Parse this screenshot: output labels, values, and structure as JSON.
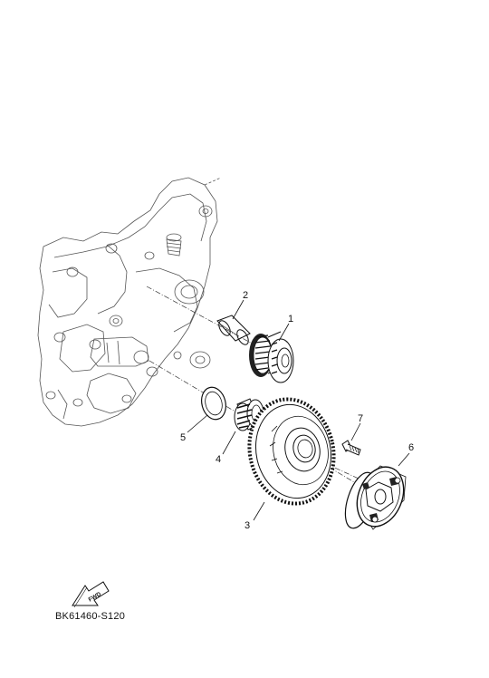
{
  "callouts": [
    {
      "id": "1"
    },
    {
      "id": "2"
    },
    {
      "id": "3"
    },
    {
      "id": "4"
    },
    {
      "id": "5"
    },
    {
      "id": "6"
    },
    {
      "id": "7"
    }
  ],
  "labels": {
    "c1": "1",
    "c2": "2",
    "c3": "3",
    "c4": "4",
    "c5": "5",
    "c6": "6",
    "c7": "7",
    "fwd": "FWD",
    "code": "BK61460-S120"
  }
}
